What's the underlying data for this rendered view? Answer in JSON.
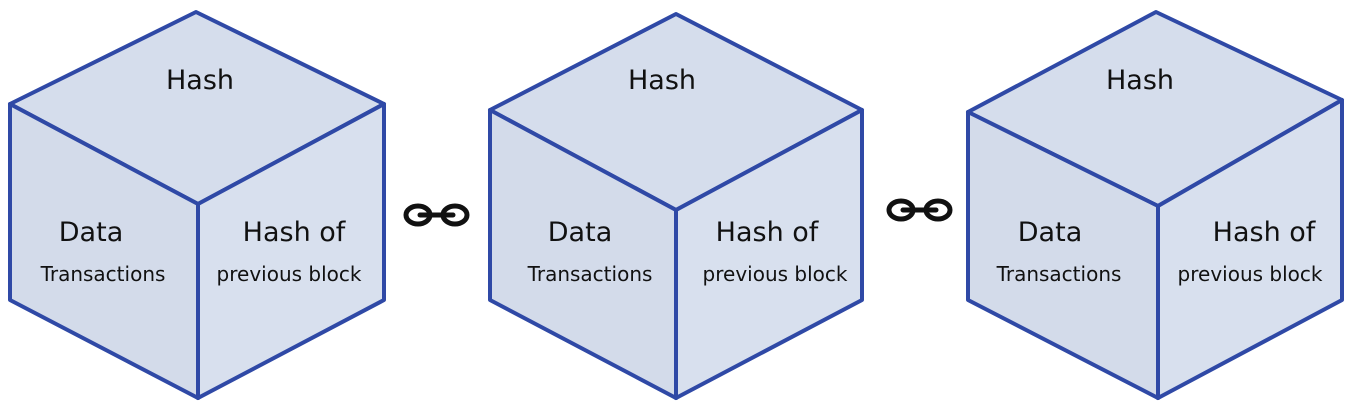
{
  "colors": {
    "block_fill": "#d5ddec",
    "block_edge": "#2f49a6",
    "text": "#111111",
    "chain": "#111111"
  },
  "blocks": [
    {
      "top_label": "Hash",
      "left_title": "Data",
      "left_subtitle": "Transactions",
      "right_title": "Hash of",
      "right_subtitle": "previous block"
    },
    {
      "top_label": "Hash",
      "left_title": "Data",
      "left_subtitle": "Transactions",
      "right_title": "Hash of",
      "right_subtitle": "previous block"
    },
    {
      "top_label": "Hash",
      "left_title": "Data",
      "left_subtitle": "Transactions",
      "right_title": "Hash of",
      "right_subtitle": "previous block"
    }
  ],
  "connectors": [
    {
      "icon": "chain-link-icon"
    },
    {
      "icon": "chain-link-icon"
    }
  ]
}
